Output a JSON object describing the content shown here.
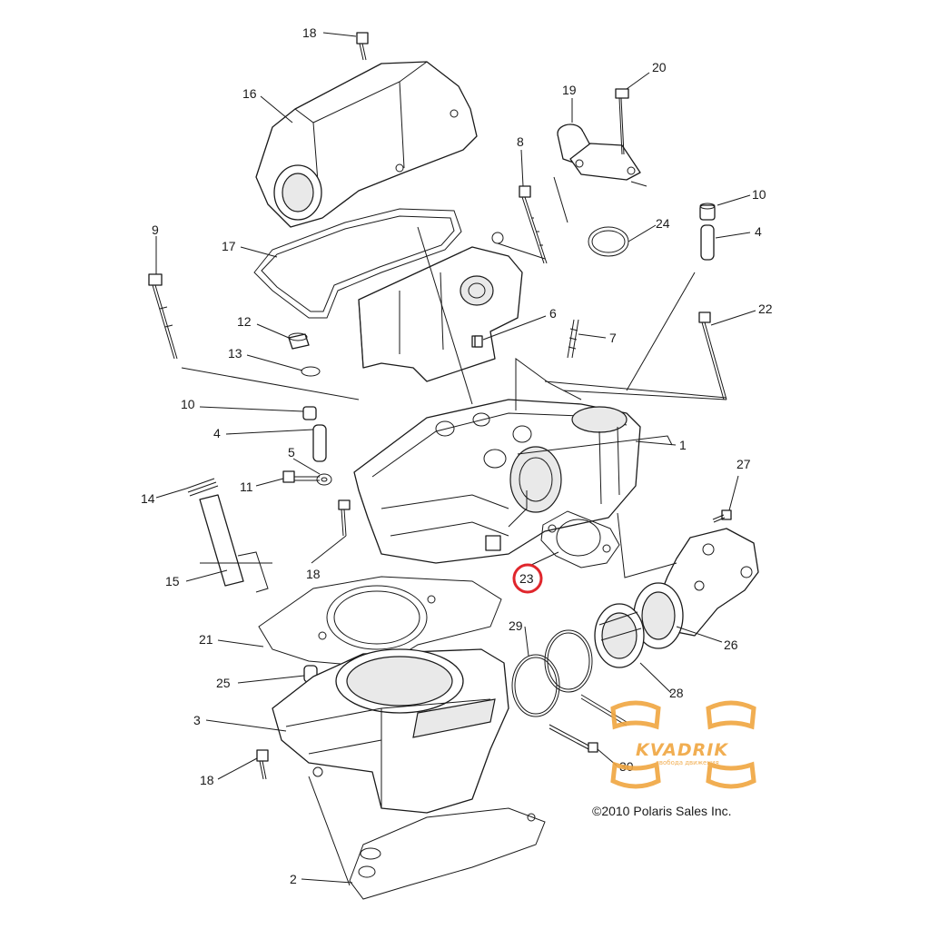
{
  "highlight_color": "#e0262c",
  "watermark_color": "#f0a640",
  "callouts": {
    "c18a": "18",
    "c16": "16",
    "c19": "19",
    "c20": "20",
    "c8": "8",
    "c10a": "10",
    "c4a": "4",
    "c24": "24",
    "c9": "9",
    "c17": "17",
    "c12": "12",
    "c6": "6",
    "c7": "7",
    "c22": "22",
    "c13": "13",
    "c10b": "10",
    "c4b": "4",
    "c1": "1",
    "c5": "5",
    "c11": "11",
    "c14": "14",
    "c27": "27",
    "c18b": "18",
    "c15": "15",
    "c23": "23",
    "c29": "29",
    "c26": "26",
    "c21": "21",
    "c25": "25",
    "c28": "28",
    "c3": "3",
    "c18c": "18",
    "c30": "30",
    "c2": "2"
  },
  "copyright": "©2010 Polaris Sales Inc.",
  "watermark": {
    "brand": "KVADRIK",
    "tagline": "свобода движения"
  }
}
